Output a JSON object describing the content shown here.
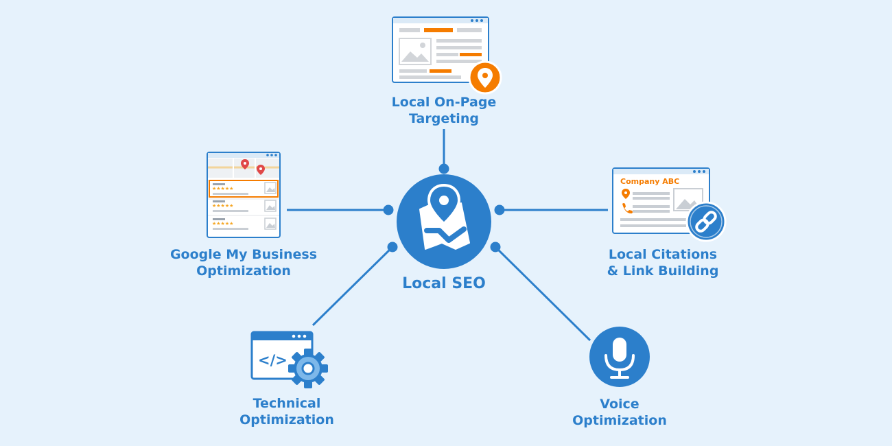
{
  "diagram": {
    "center": {
      "label": "Local SEO",
      "icon": "map-pin-icon"
    },
    "nodes": [
      {
        "id": "on-page",
        "label_lines": [
          "Local On-Page",
          "Targeting"
        ],
        "icon": "webpage-location-icon"
      },
      {
        "id": "gmb",
        "label_lines": [
          "Google My Business",
          "Optimization"
        ],
        "icon": "business-listing-icon"
      },
      {
        "id": "citations",
        "label_lines": [
          "Local Citations",
          "& Link Building"
        ],
        "icon": "citation-link-icon",
        "icon_text": "Company ABC"
      },
      {
        "id": "technical",
        "label_lines": [
          "Technical",
          "Optimization"
        ],
        "icon": "code-gear-icon",
        "icon_text": "</>"
      },
      {
        "id": "voice",
        "label_lines": [
          "Voice",
          "Optimization"
        ],
        "icon": "microphone-icon"
      }
    ]
  },
  "colors": {
    "background": "#e6f2fc",
    "primary": "#2c7fcb",
    "accent": "#f57c00",
    "pin_red": "#e04848"
  }
}
